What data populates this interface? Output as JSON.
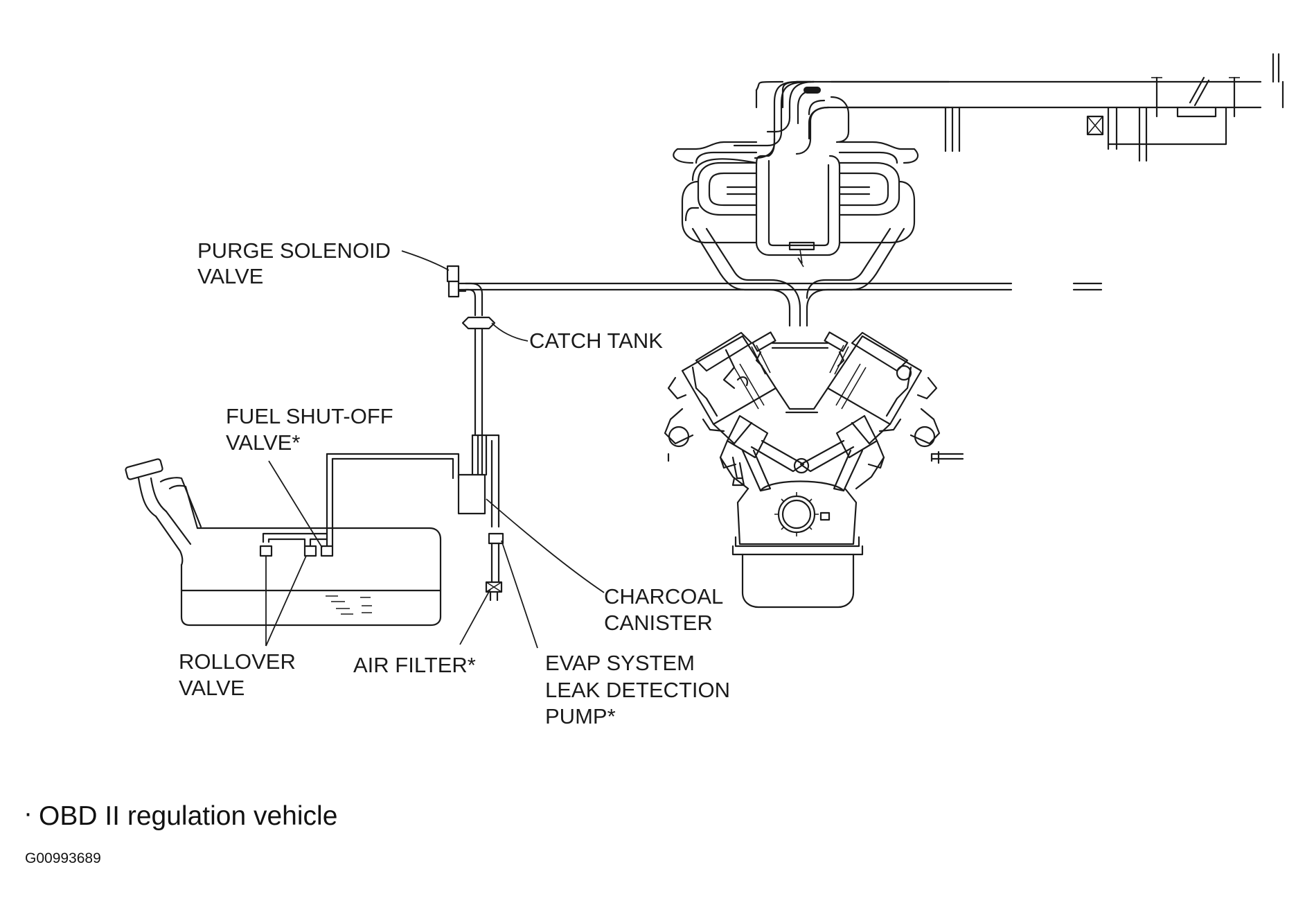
{
  "labels": {
    "purge_solenoid_line1": "PURGE SOLENOID",
    "purge_solenoid_line2": "VALVE",
    "catch_tank": "CATCH TANK",
    "fuel_shutoff_line1": "FUEL SHUT-OFF",
    "fuel_shutoff_line2": "VALVE*",
    "charcoal_line1": "CHARCOAL",
    "charcoal_line2": "CANISTER",
    "rollover_line1": "ROLLOVER",
    "rollover_line2": "VALVE",
    "air_filter": "AIR FILTER*",
    "evap_line1": "EVAP SYSTEM",
    "evap_line2": "LEAK DETECTION",
    "evap_line3": "PUMP*"
  },
  "footnote": {
    "marker": "·",
    "text": "OBD II regulation vehicle"
  },
  "figure_id": "G00993689",
  "colors": {
    "line": "#1a1a1a",
    "background": "#ffffff"
  }
}
